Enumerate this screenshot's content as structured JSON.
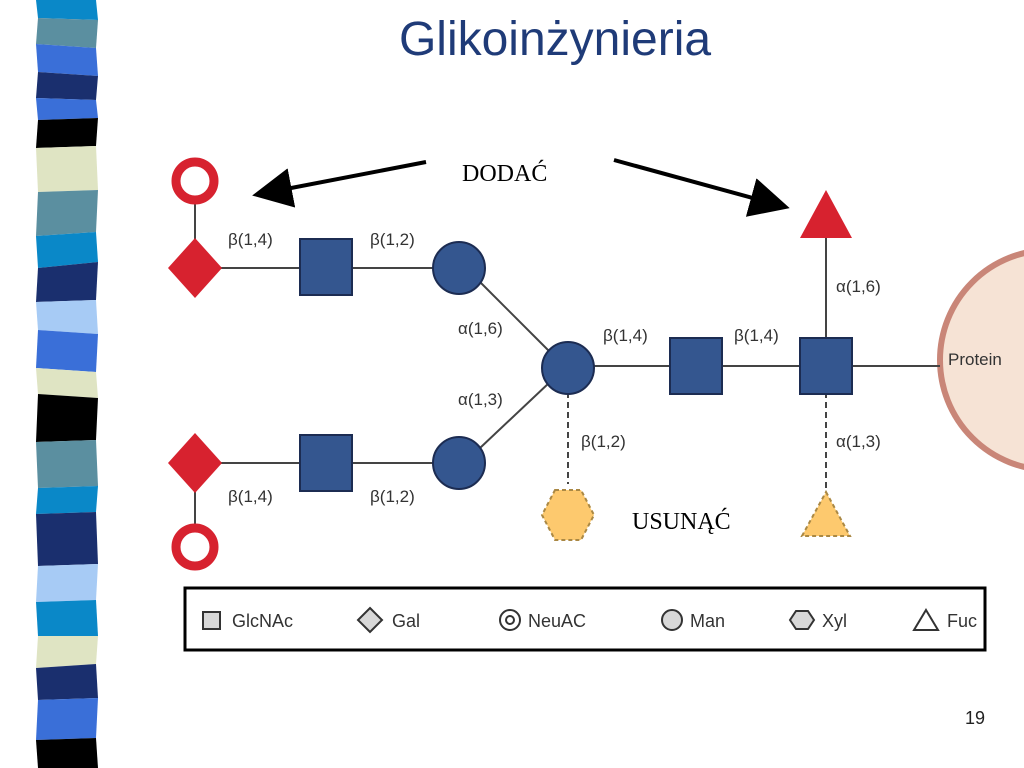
{
  "slide": {
    "title": "Glikoinżynieria",
    "page_number": "19"
  },
  "diagram": {
    "callouts": {
      "add": "DODAĆ",
      "remove": "USUNĄĆ"
    },
    "protein_label": "Protein",
    "linkages": {
      "top_gal_glcnac": "β(1,4)",
      "top_glcnac_man": "β(1,2)",
      "upper_man_branch": "α(1,6)",
      "lower_man_branch": "α(1,3)",
      "core_man_glcnac": "β(1,4)",
      "core_glcnac_glcnac": "β(1,4)",
      "xyl_link": "β(1,2)",
      "fuc_top_link": "α(1,6)",
      "fuc_bottom_link": "α(1,3)",
      "bottom_gal_glcnac": "β(1,4)",
      "bottom_glcnac_man": "β(1,2)"
    },
    "legend": [
      {
        "symbol": "square",
        "label": "GlcNAc"
      },
      {
        "symbol": "diamond",
        "label": "Gal"
      },
      {
        "symbol": "ring",
        "label": "NeuAC"
      },
      {
        "symbol": "circle",
        "label": "Man"
      },
      {
        "symbol": "hexagon",
        "label": "Xyl"
      },
      {
        "symbol": "triangle",
        "label": "Fuc"
      }
    ]
  },
  "colors": {
    "title": "#1f3b78",
    "glcnac_man_fill": "#34568f",
    "gal_neuac_fill": "#d7222f",
    "add_fuc_fill": "#d7222f",
    "remove_fill": "#fdc96e",
    "protein_fill": "#f6e3d5",
    "protein_stroke": "#c98678"
  }
}
